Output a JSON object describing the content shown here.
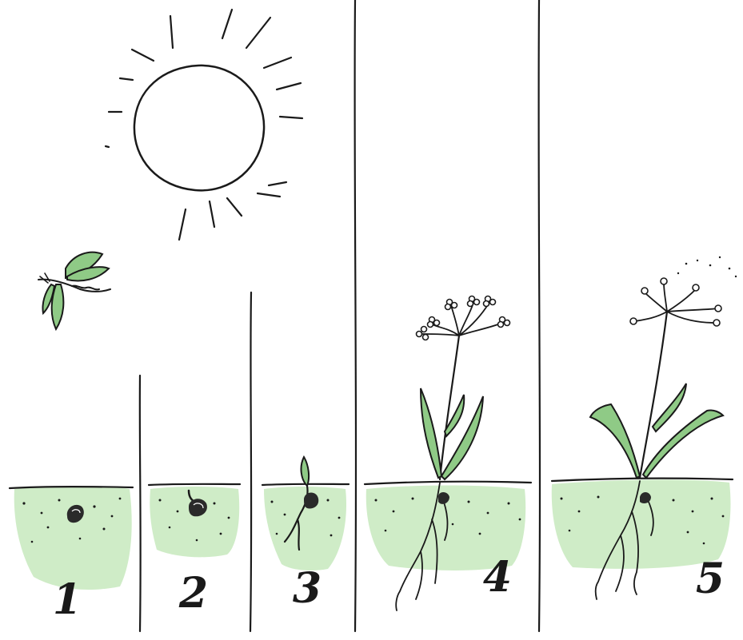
{
  "stages": [
    {
      "number": "1"
    },
    {
      "number": "2"
    },
    {
      "number": "3"
    },
    {
      "number": "4"
    },
    {
      "number": "5"
    }
  ],
  "colors": {
    "ink": "#1a1a1a",
    "leaf_green": "#8fca86",
    "soil_wash": "#bfe5b4",
    "background": "#ffffff"
  },
  "icons": [
    "sun-icon",
    "winged-seed-icon",
    "seed-icon",
    "sprout-icon",
    "flowering-plant-icon",
    "seeding-plant-icon"
  ]
}
